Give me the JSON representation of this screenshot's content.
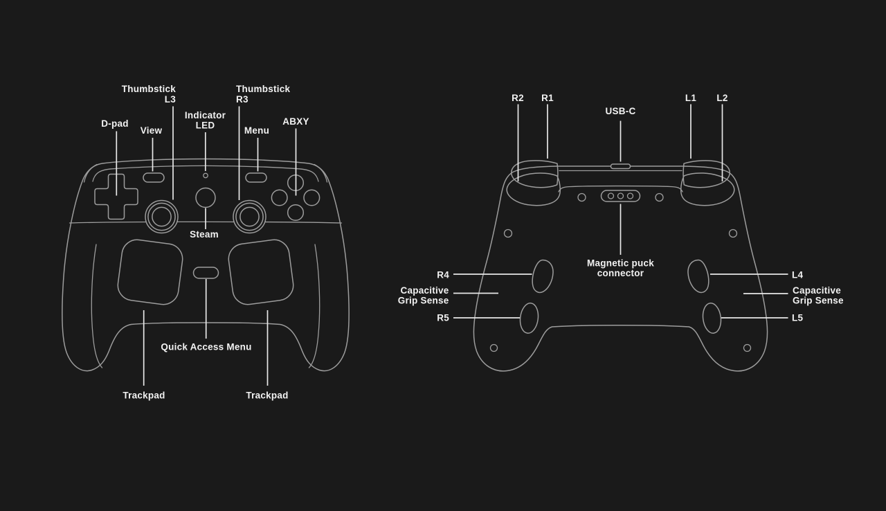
{
  "colors": {
    "background": "#1a1a1a",
    "outline": "#9d9d9d",
    "leader": "#e8e8e8",
    "text": "#f2f2f2"
  },
  "front": {
    "labels": {
      "thumbstick_left_line1": "Thumbstick",
      "thumbstick_left_line2": "L3",
      "thumbstick_right_line1": "Thumbstick",
      "thumbstick_right_line2": "R3",
      "dpad": "D-pad",
      "view": "View",
      "indicator_line1": "Indicator",
      "indicator_line2": "LED",
      "menu": "Menu",
      "abxy": "ABXY",
      "steam": "Steam",
      "quick_access_menu": "Quick Access Menu",
      "trackpad_left": "Trackpad",
      "trackpad_right": "Trackpad"
    }
  },
  "back": {
    "labels": {
      "r2": "R2",
      "r1": "R1",
      "usb_c": "USB-C",
      "l1": "L1",
      "l2": "L2",
      "r4": "R4",
      "grip_left_line1": "Capacitive",
      "grip_left_line2": "Grip Sense",
      "r5": "R5",
      "puck_line1": "Magnetic puck",
      "puck_line2": "connector",
      "l4": "L4",
      "grip_right_line1": "Capacitive",
      "grip_right_line2": "Grip Sense",
      "l5": "L5"
    }
  }
}
